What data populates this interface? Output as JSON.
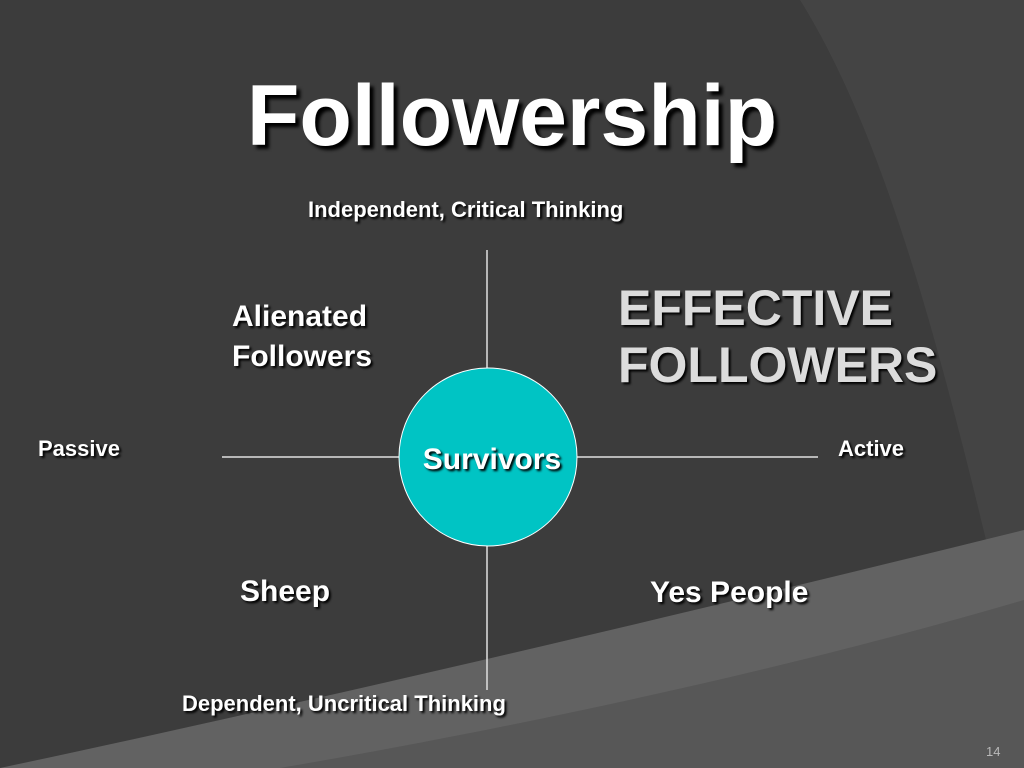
{
  "slide": {
    "title": "Followership",
    "page_number": "14"
  },
  "axes": {
    "top": "Independent, Critical Thinking",
    "bottom": "Dependent, Uncritical Thinking",
    "left": "Passive",
    "right": "Active"
  },
  "quadrants": {
    "top_left": "Alienated\nFollowers",
    "top_right": "EFFECTIVE\nFOLLOWERS",
    "bottom_left": "Sheep",
    "bottom_right": "Yes People",
    "center": "Survivors"
  },
  "colors": {
    "background": "#3b3b3b",
    "center_circle": "#00c4c4",
    "axis_line": "#e0e0e0",
    "effective_text": "#dcdcdc"
  }
}
